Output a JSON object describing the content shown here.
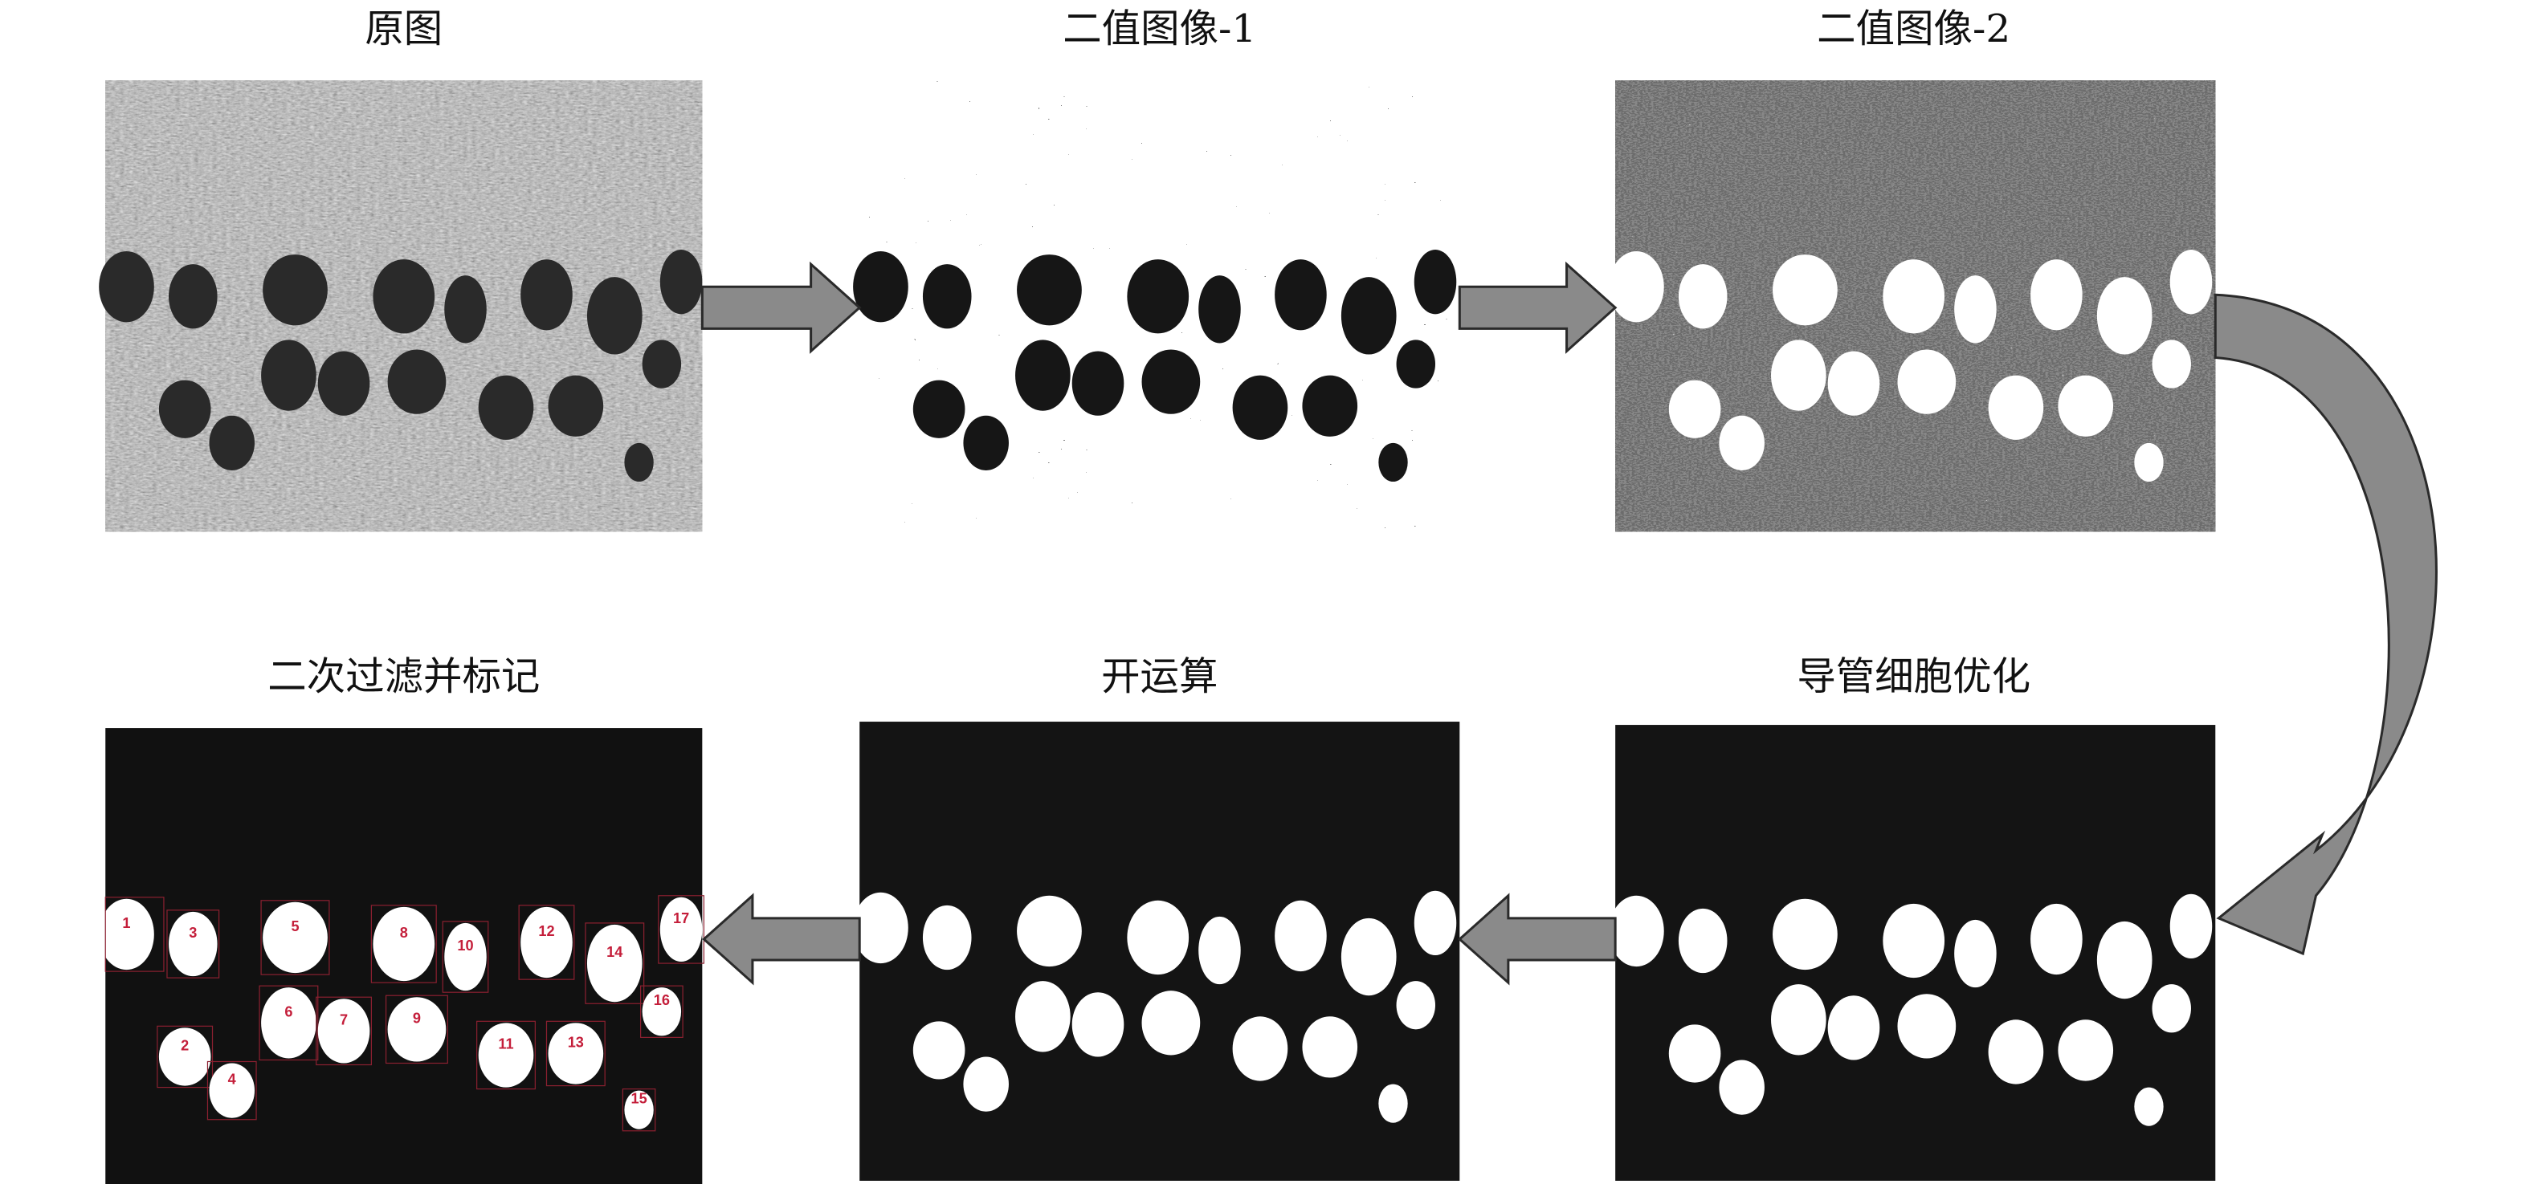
{
  "panels": [
    {
      "title": "原图"
    },
    {
      "title": "二值图像-1"
    },
    {
      "title": "二值图像-2"
    },
    {
      "title": "导管细胞优化"
    },
    {
      "title": "开运算"
    },
    {
      "title": "二次过滤并标记"
    }
  ],
  "labels": [
    "1",
    "3",
    "5",
    "8",
    "10",
    "12",
    "14",
    "17",
    "6",
    "7",
    "9",
    "16",
    "2",
    "4",
    "11",
    "13",
    "15"
  ],
  "colors": {
    "arrow_fill": "#8a8a8a",
    "arrow_stroke": "#2a2a2a",
    "label": "#c41e3a"
  }
}
